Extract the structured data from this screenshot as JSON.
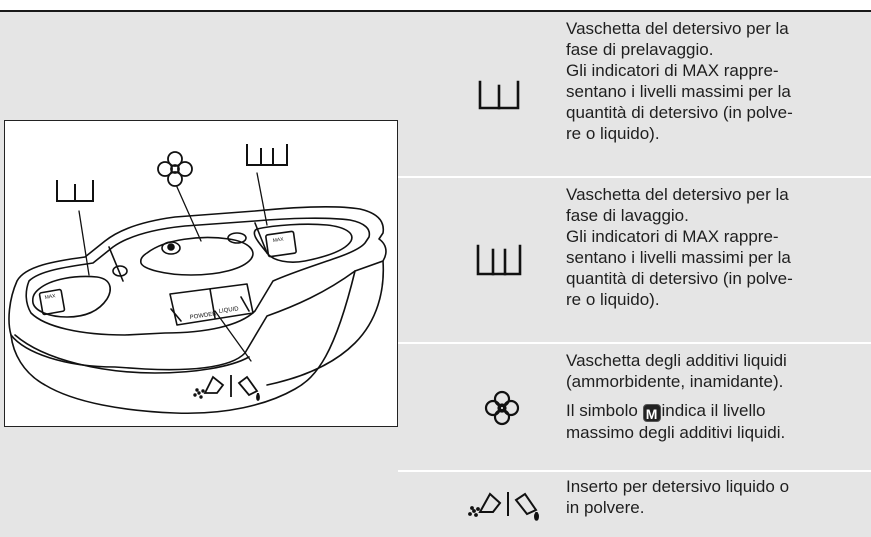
{
  "rows": [
    {
      "icon": "prewash-compartment-icon",
      "lines": [
        "Vaschetta del detersivo per la",
        "fase di prelavaggio.",
        "Gli indicatori di MAX rappre-",
        "sentano i livelli massimi per la",
        "quantità di detersivo (in polve-",
        "re o liquido)."
      ]
    },
    {
      "icon": "main-wash-compartment-icon",
      "lines": [
        "Vaschetta del detersivo per la",
        "fase di lavaggio.",
        "Gli indicatori di MAX rappre-",
        "sentano i livelli massimi per la",
        "quantità di detersivo (in polve-",
        "re o liquido)."
      ]
    },
    {
      "icon": "fabric-softener-flower-icon",
      "lines": [
        "Vaschetta degli additivi liquidi",
        "(ammorbidente, inamidante)."
      ],
      "note_prefix": "Il simbolo ",
      "note_badge": "M",
      "note_suffix": "indica il livello",
      "note_line2": "massimo degli additivi liquidi."
    },
    {
      "icon": "powder-liquid-insert-icon",
      "lines": [
        "Inserto per detersivo liquido o",
        "in polvere."
      ]
    }
  ],
  "figure": {
    "label_powder": "POWDER",
    "label_liquid": "LIQUID",
    "label_max": "MAX"
  }
}
